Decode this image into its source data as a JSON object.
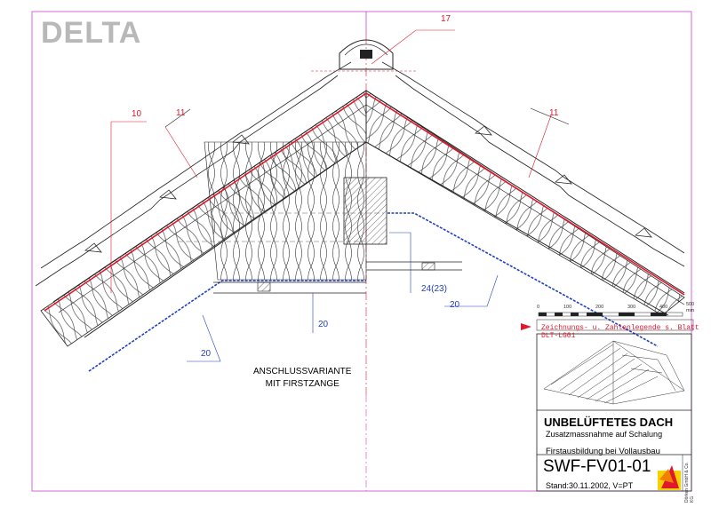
{
  "logo": "DELTA",
  "refs": {
    "r17": "17",
    "r10": "10",
    "r11_left": "11",
    "r11_right": "11",
    "r20_left": "20",
    "r20_mid": "20",
    "r20_right": "20",
    "r24": "24(23)"
  },
  "variant_label": {
    "line1": "ANSCHLUSSVARIANTE",
    "line2": "MIT FIRSTZANGE"
  },
  "scale": {
    "ticks": [
      "0",
      "100",
      "200",
      "300",
      "400",
      "500"
    ],
    "unit": "mm"
  },
  "legend_note": "Zeichnungs- u. Zahlenlegende s. Blatt DLT-LG01",
  "title_block": {
    "title": "UNBELÜFTETES DACH",
    "subtitle1": "Zusatzmassnahme auf Schalung",
    "subtitle2": "Firstausbildung bei Vollausbau",
    "code": "SWF-FV01-01",
    "stand": "Stand:30.11.2002,     V=PT",
    "rotated": "Dörken GmbH & Co. KG"
  },
  "colors": {
    "frame": "#cc44cc",
    "membrane_red": "#e0182c",
    "membrane_blue": "#2040c0",
    "logo": "#b8b8b8"
  }
}
